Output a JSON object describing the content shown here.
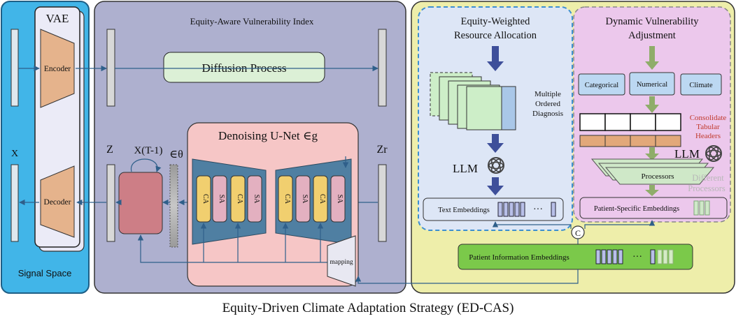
{
  "caption": "Equity-Driven Climate Adaptation Strategy (ED-CAS)",
  "signal_space": {
    "label": "Signal Space",
    "x_label": "X",
    "vae_title": "VAE",
    "encoder": "Encoder",
    "decoder": "Decoder"
  },
  "evi": {
    "title": "Equity-Aware Vulnerability Index",
    "diffusion": "Diffusion Process",
    "z": "Z",
    "zr": "Zr",
    "xt1": "X(T-1)",
    "eps_theta": "∈θ",
    "unet_title": "Denoising U-Net ∈g",
    "ca": "CA",
    "sa": "SA",
    "mapping": "mapping"
  },
  "ewra": {
    "title_line1": "Equity-Weighted",
    "title_line2": "Resource Allocation",
    "multi_line1": "Multiple",
    "multi_line2": "Ordered",
    "multi_line3": "Diagnosis",
    "llm": "LLM",
    "text_embeddings": "Text Embeddings",
    "ellipsis": "···"
  },
  "dva": {
    "title_line1": "Dynamic Vulnerability",
    "title_line2": "Adjustment",
    "categorical": "Categorical",
    "numerical": "Numerical",
    "climate": "Climate",
    "consolidate_line1": "Consolidate",
    "consolidate_line2": "Tabular",
    "consolidate_line3": "Headers",
    "llm": "LLM",
    "processors": "Processors",
    "different_line1": "Different",
    "different_line2": "Processors",
    "patient_specific": "Patient-Specific Embeddings"
  },
  "concat": "C",
  "patient_info": "Patient Information Embeddings",
  "colors": {
    "signal_bg": "#41b5e8",
    "evi_bg": "#aeb0cf",
    "right_bg": "#eeeeaa",
    "ewra_bg": "#dde6f6",
    "dva_bg": "#ecc8ec",
    "unet_bg": "#f6c6c6",
    "encoder": "#e5b38c",
    "diffusion": "#dcf0d6",
    "ca": "#f1cf6f",
    "sa": "#e3b0c0",
    "trapezoid": "#4f7fa2",
    "patient_info": "#7bc94a"
  }
}
